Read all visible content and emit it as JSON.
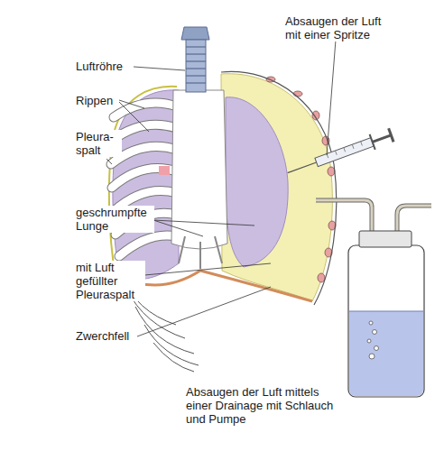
{
  "diagram": {
    "labels": [
      "Absaugen der Luft mit einer Spritze",
      "Luftröhre",
      "Rippen",
      "Pleura- spalt",
      "geschrumpfte Lunge",
      "mit Luft gefüllter Pleuraspalt",
      "Zwerchfell",
      "Absaugen der Luft mittels einer Drainage mit Schlauch und Pumpe"
    ]
  }
}
